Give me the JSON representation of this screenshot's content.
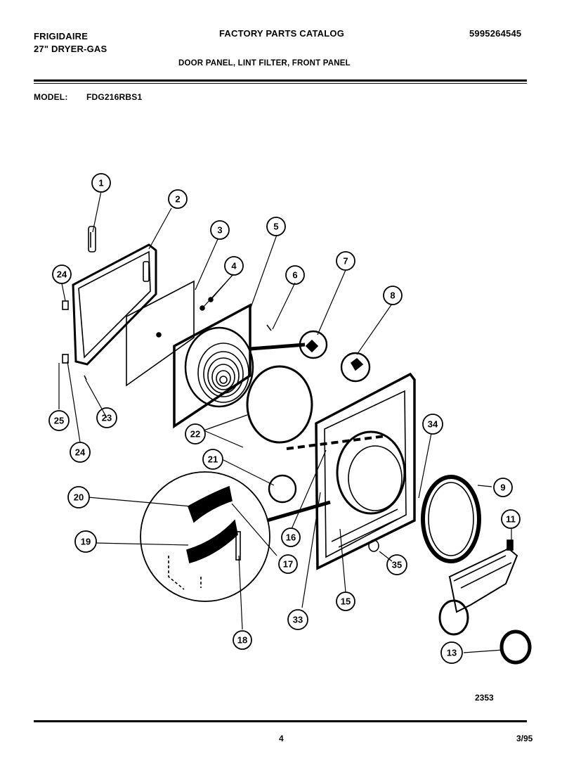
{
  "header": {
    "brand": "FRIGIDAIRE",
    "product": "27\" DRYER-GAS",
    "catalog_title": "FACTORY PARTS CATALOG",
    "part_number": "5995264545",
    "subtitle": "DOOR PANEL, LINT FILTER, FRONT PANEL",
    "model_label": "MODEL:",
    "model_value": "FDG216RBS1"
  },
  "callouts": [
    "1",
    "2",
    "3",
    "4",
    "5",
    "6",
    "7",
    "8",
    "9",
    "11",
    "13",
    "15",
    "16",
    "17",
    "18",
    "19",
    "20",
    "21",
    "22",
    "23",
    "24",
    "24",
    "25",
    "33",
    "34",
    "35"
  ],
  "footer": {
    "drawing_number": "2353",
    "page_number": "4",
    "date": "3/95"
  }
}
